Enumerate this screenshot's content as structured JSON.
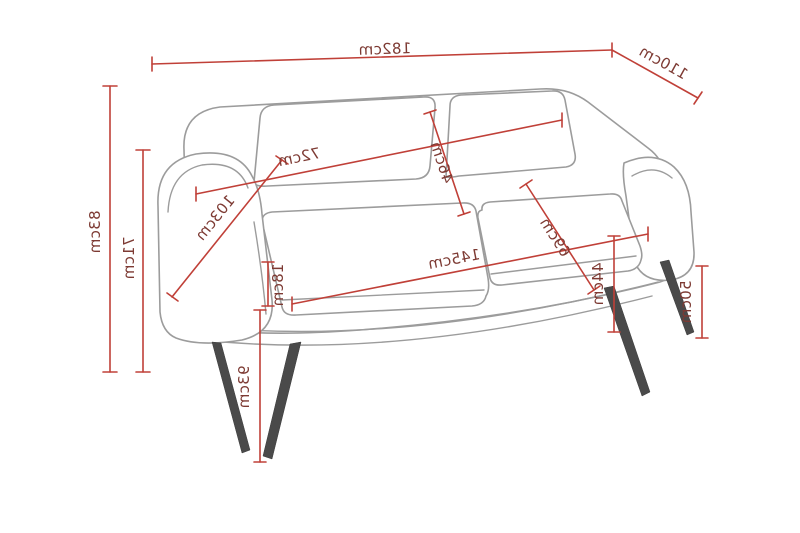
{
  "diagram": {
    "name": "sofa-dimension-diagram",
    "unit": "cm",
    "text_mirrored": true,
    "colors": {
      "background": "#ffffff",
      "sofa_outline": "#9c9c9c",
      "dimension_line": "#c04038",
      "label_text": "#7d3a33",
      "legs": "#4a4a4a"
    },
    "labels": {
      "total_width": "182cm",
      "total_depth": "110cm",
      "total_height": "83cm",
      "arm_height": "71cm",
      "back_cushion_width": "72cm",
      "back_cushion_height": "46cm",
      "arm_length": "103cm",
      "seat_width": "145cm",
      "seat_depth": "69cm",
      "arm_width": "18cm",
      "front_height": "93cm",
      "seat_height": "44cm",
      "leg_height": "50cm"
    }
  }
}
